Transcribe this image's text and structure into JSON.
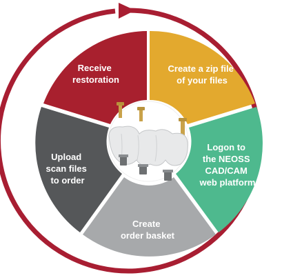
{
  "colors": {
    "ring": "#a81e32",
    "receive": "#a8202e",
    "zip": "#e3a92e",
    "logon": "#4eb98e",
    "basket": "#a7a9ab",
    "upload": "#555759",
    "center": "#ffffff"
  },
  "center_icon": "dental-implant-bridge-icon",
  "steps": [
    {
      "id": "receive",
      "lines": [
        "Receive",
        "restoration"
      ]
    },
    {
      "id": "zip",
      "lines": [
        "Create a zip file",
        "of your files"
      ]
    },
    {
      "id": "logon",
      "lines": [
        "Logon to",
        "the NEOSS",
        "CAD/CAM",
        "web platform"
      ]
    },
    {
      "id": "basket",
      "lines": [
        "Create",
        "order basket"
      ]
    },
    {
      "id": "upload",
      "lines": [
        "Upload",
        "scan files",
        "to order"
      ]
    }
  ]
}
